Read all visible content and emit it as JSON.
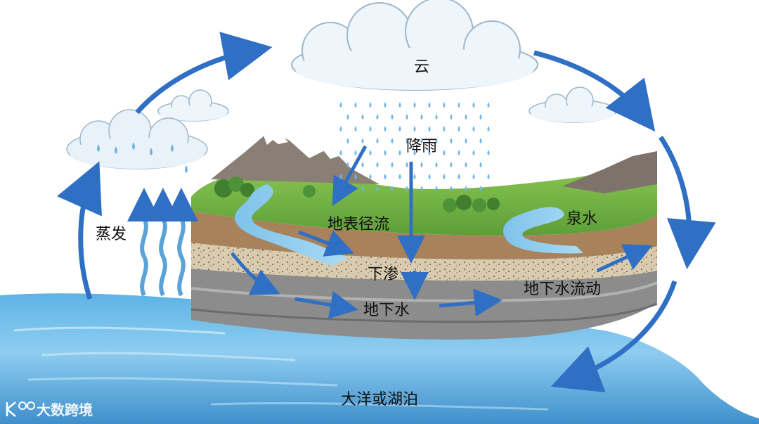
{
  "labels": {
    "cloud": "云",
    "rain": "降雨",
    "evaporation": "蒸发",
    "surface_runoff": "地表径流",
    "spring": "泉水",
    "infiltration": "下渗",
    "groundwater": "地下水",
    "groundwater_flow": "地下水流动",
    "ocean_or_lake": "大洋或湖泊"
  },
  "watermark": {
    "text": "大数跨境"
  },
  "colors": {
    "arrow": "#2f6fc4",
    "water": "#4fa7dd",
    "grass": "#7cbf4a",
    "soil": "#a8825a",
    "rock": "#8e8e8e",
    "cloud": "#eef5fb"
  }
}
